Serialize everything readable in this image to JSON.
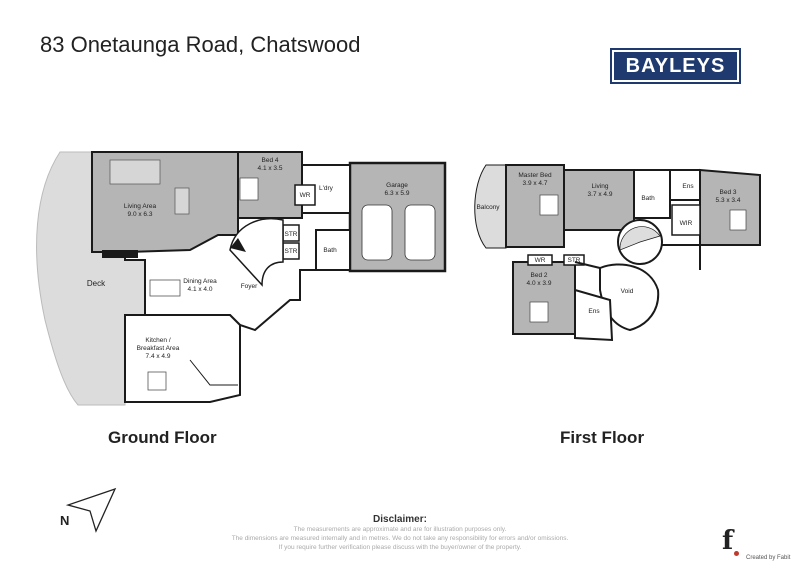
{
  "title": "83 Onetaunga Road, Chatswood",
  "logo": {
    "text": "BAYLEYS"
  },
  "colors": {
    "room_fill": "#b5b5b5",
    "deck_fill": "#dcdcdc",
    "wall": "#1a1a1a",
    "brand": "#1f3a6e"
  },
  "ground_floor": {
    "label": "Ground Floor",
    "rooms": {
      "living": {
        "name": "Living Area",
        "size": "9.0 x 6.3"
      },
      "bed4": {
        "name": "Bed 4",
        "size": "4.1 x 3.5"
      },
      "wr": "WR",
      "ldry": "L'dry",
      "garage": {
        "name": "Garage",
        "size": "6.3 x 5.9"
      },
      "str1": "STR",
      "str2": "STR",
      "bath": "Bath",
      "dining": {
        "name": "Dining Area",
        "size": "4.1 x 4.0"
      },
      "foyer": "Foyer",
      "deck": "Deck",
      "kitchen": {
        "name": "Kitchen /",
        "name2": "Breakfast Area",
        "size": "7.4 x 4.9"
      }
    }
  },
  "first_floor": {
    "label": "First Floor",
    "rooms": {
      "master": {
        "name": "Master Bed",
        "size": "3.9 x 4.7"
      },
      "balcony": "Balcony",
      "living": {
        "name": "Living",
        "size": "3.7 x 4.9"
      },
      "bath": "Bath",
      "ens_top": "Ens",
      "bed3": {
        "name": "Bed 3",
        "size": "5.3 x 3.4"
      },
      "wir_right": "WIR",
      "wr": "WR",
      "str": "STR",
      "bed2": {
        "name": "Bed 2",
        "size": "4.0 x 3.9"
      },
      "void": "Void",
      "ens_bottom": "Ens"
    }
  },
  "compass": {
    "label": "N"
  },
  "disclaimer": {
    "heading": "Disclaimer:",
    "lines": [
      "The measurements are approximate and are for illustration purposes only.",
      "The dimensions are measured internally and in metres. We do not take any responsibility for errors and/or omissions.",
      "If you require further verification please discuss with the buyer/owner of the property."
    ]
  },
  "credit": {
    "mark": "f",
    "text": "Created by Fabit"
  }
}
